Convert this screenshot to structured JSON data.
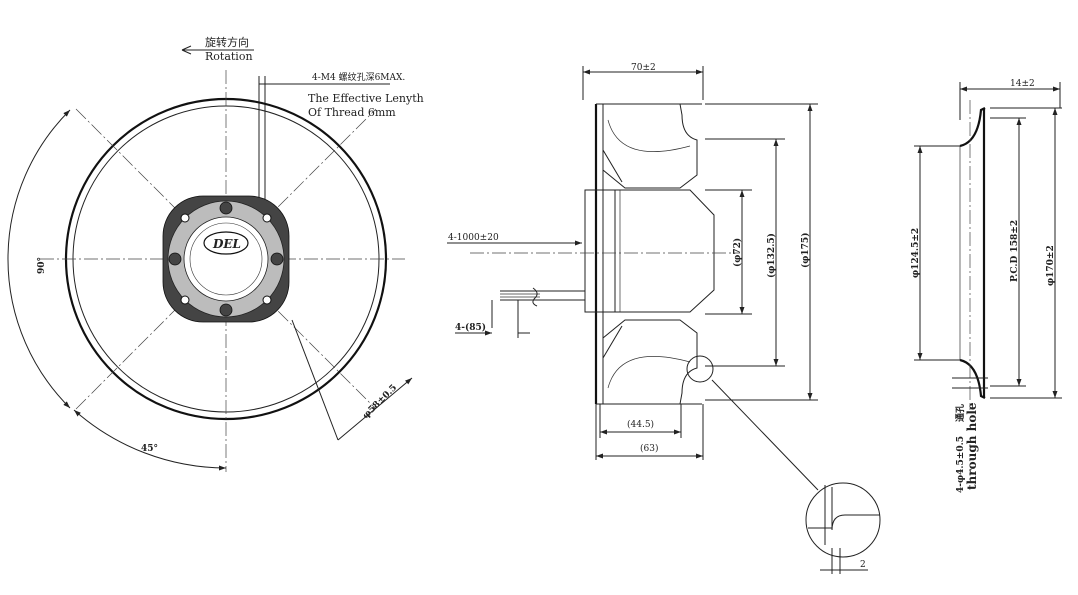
{
  "front_view": {
    "rotation_cn": "旋转方向",
    "rotation_en": "Rotation",
    "thread_note_cn": "4-M4 螺纹孔深6MAX.",
    "thread_note_en_1": "The Effective Lenyth",
    "thread_note_en_2": "Of Thread 6mm",
    "angle_90": "90°",
    "angle_45": "45°",
    "bolt_circle": "φ58±0.5",
    "logo": "DEL"
  },
  "side_view": {
    "width_total": "70±2",
    "lead_length": "4-1000±20",
    "lead_strip": "4-(85)",
    "dia_hub": "(φ72)",
    "dia_inner": "(φ132.5)",
    "dia_outer": "(φ175)",
    "dim_44": "(44.5)",
    "dim_63": "(63)",
    "detail_dim": "2"
  },
  "ring_view": {
    "thickness": "14±2",
    "dia_inner": "φ124.5±2",
    "pcd": "P.C.D 158±2",
    "dia_outer": "φ170±2",
    "hole_note_1": "4-φ4.5±0.5",
    "hole_note_cn": "通孔",
    "hole_note_en": "through hole"
  }
}
